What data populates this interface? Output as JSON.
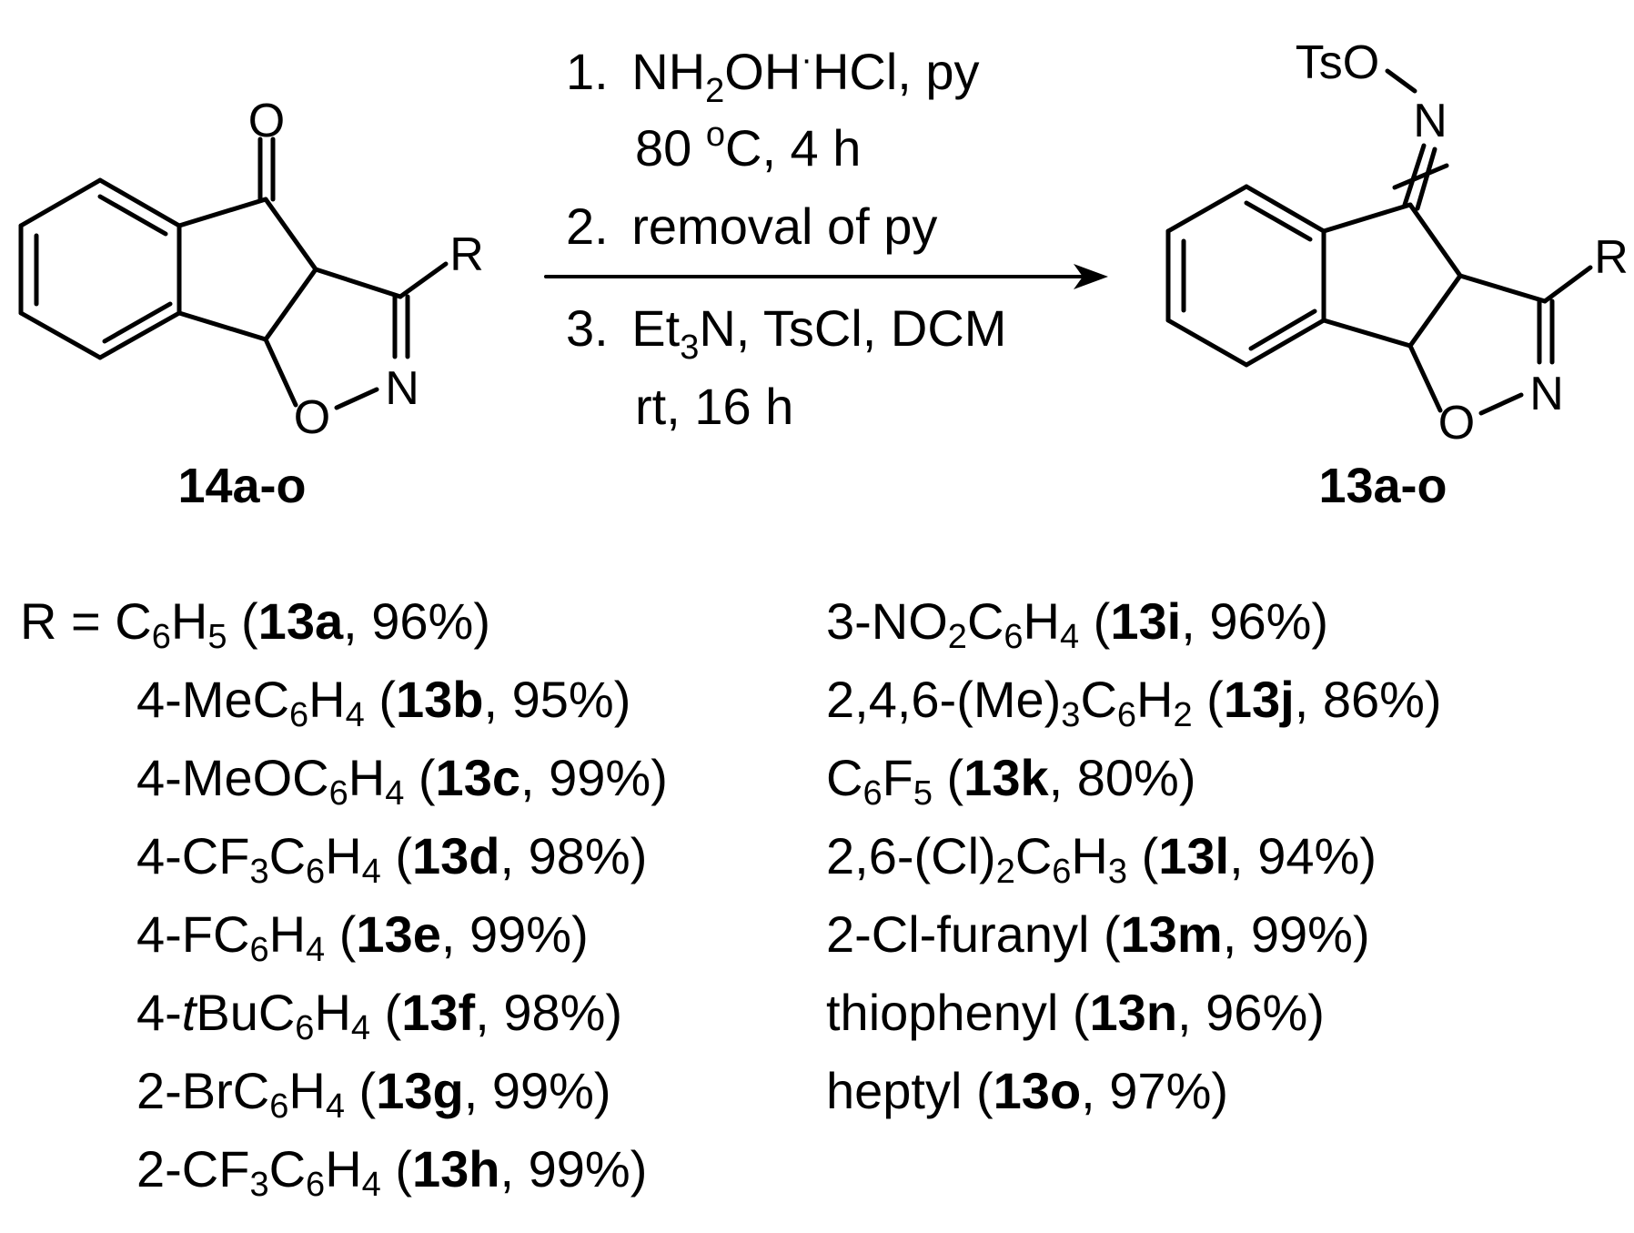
{
  "reagent_structure": {
    "atoms": {
      "carbonyl_O": "O",
      "R": "R",
      "N": "N",
      "O_ring": "O"
    },
    "label": "14a-o"
  },
  "product_structure": {
    "atoms": {
      "TsO": "TsO",
      "oxime_N": "N",
      "R": "R",
      "N": "N",
      "O_ring": "O"
    },
    "label": "13a-o"
  },
  "conditions": {
    "step1": {
      "num": "1.",
      "text_a": "NH",
      "sub_a": "2",
      "text_b": "OH",
      "dot": "·",
      "text_c": "HCl, py"
    },
    "step1_line2": {
      "text_a": "80 ",
      "sup": "o",
      "text_b": "C, 4 h"
    },
    "step2": {
      "num": "2.",
      "text": "removal of py"
    },
    "step3": {
      "num": "3.",
      "text_a": "Et",
      "sub_a": "3",
      "text_b": "N, TsCl,  DCM"
    },
    "step3_line2": {
      "text": "rt, 16 h"
    }
  },
  "substituents": {
    "prefix": "R = ",
    "left": [
      {
        "parts": [
          "C",
          "6",
          "H",
          "5"
        ],
        "code": "13a",
        "yield": "96%"
      },
      {
        "parts": [
          "4-MeC",
          "6",
          "H",
          "4"
        ],
        "code": "13b",
        "yield": "95%"
      },
      {
        "parts": [
          "4-MeOC",
          "6",
          "H",
          "4"
        ],
        "code": "13c",
        "yield": "99%"
      },
      {
        "parts": [
          "4-CF",
          "3",
          "C",
          "6",
          "H",
          "4"
        ],
        "code": "13d",
        "yield": "98%"
      },
      {
        "parts": [
          "4-FC",
          "6",
          "H",
          "4"
        ],
        "code": "13e",
        "yield": "99%"
      },
      {
        "parts": [
          "4-",
          "",
          "BuC",
          "6",
          "H",
          "4"
        ],
        "italic": "t",
        "code": "13f",
        "yield": "98%"
      },
      {
        "parts": [
          "2-BrC",
          "6",
          "H",
          "4"
        ],
        "code": "13g",
        "yield": "99%"
      },
      {
        "parts": [
          "2-CF",
          "3",
          "C",
          "6",
          "H",
          "4"
        ],
        "code": "13h",
        "yield": "99%"
      }
    ],
    "right": [
      {
        "parts": [
          "3-NO",
          "2",
          "C",
          "6",
          "H",
          "4"
        ],
        "code": "13i",
        "yield": "96%"
      },
      {
        "parts": [
          "2,4,6-(Me)",
          "3",
          "C",
          "6",
          "H",
          "2"
        ],
        "code": "13j",
        "yield": "86%"
      },
      {
        "parts": [
          "C",
          "6",
          "F",
          "5"
        ],
        "code": "13k",
        "yield": "80%"
      },
      {
        "parts": [
          "2,6-(Cl)",
          "2",
          "C",
          "6",
          "H",
          "3"
        ],
        "code": "13l",
        "yield": "94%"
      },
      {
        "parts": [
          "2-Cl-furanyl"
        ],
        "code": "13m",
        "yield": "99%"
      },
      {
        "parts": [
          "thiophenyl"
        ],
        "code": "13n",
        "yield": "96%"
      },
      {
        "parts": [
          "heptyl"
        ],
        "code": "13o",
        "yield": "97%"
      }
    ]
  }
}
